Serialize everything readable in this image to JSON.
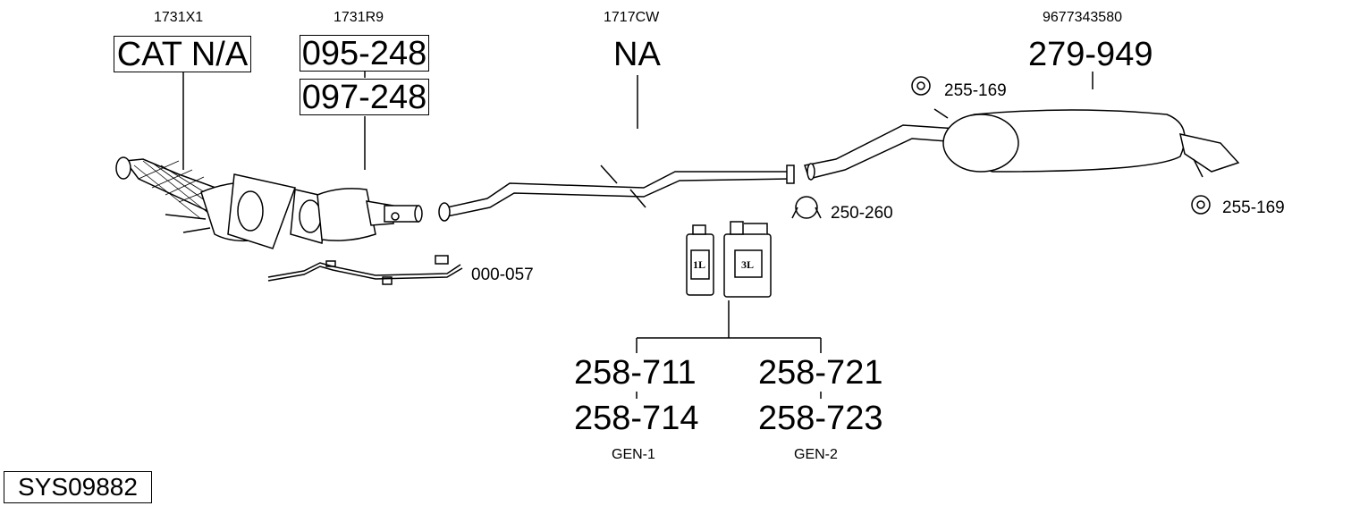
{
  "diagram_code": "SYS09882",
  "parts": {
    "cat1_oem": "1731X1",
    "cat1_ref": "CAT N/A",
    "cat2_oem": "1731R9",
    "cat2_ref_a": "095-248",
    "cat2_ref_b": "097-248",
    "mid_oem": "1717CW",
    "mid_ref": "NA",
    "rear_oem": "9677343580",
    "rear_ref": "279-949",
    "hanger_top": "255-169",
    "hanger_right": "255-169",
    "clamp": "250-260",
    "sensor_pipe": "000-057"
  },
  "fluids": {
    "small_can_label": "1L",
    "large_can_label": "3L",
    "gen1": {
      "ref_a": "258-711",
      "ref_b": "258-714",
      "label": "GEN-1"
    },
    "gen2": {
      "ref_a": "258-721",
      "ref_b": "258-723",
      "label": "GEN-2"
    }
  },
  "icons": [
    "catalytic-converter-icon",
    "diesel-particulate-filter-icon",
    "intermediate-pipe-icon",
    "rear-silencer-icon",
    "rubber-hanger-icon",
    "clamp-icon",
    "sensor-pipe-icon",
    "fluid-can-1l-icon",
    "fluid-can-3l-icon"
  ]
}
